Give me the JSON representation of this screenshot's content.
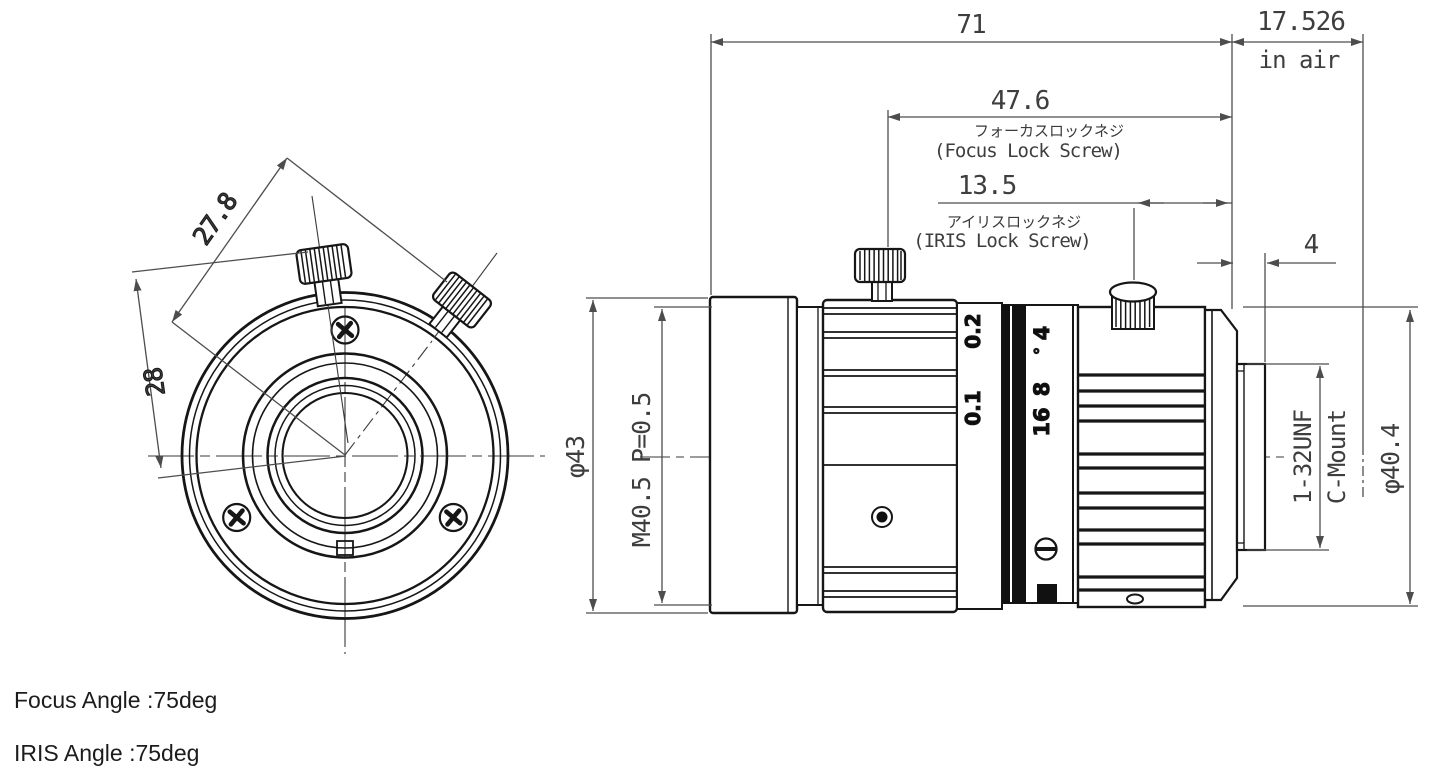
{
  "drawing": {
    "top_dims": {
      "overall_length": "71",
      "flange_focal": "17.526",
      "flange_focal_note": "in air",
      "focus_lock_offset": "47.6",
      "iris_lock_offset": "13.5",
      "cmount_thread_length": "4"
    },
    "left_dims": {
      "front_outer_diameter": "φ43",
      "front_filter_thread": "M40.5 P=0.5"
    },
    "right_dims": {
      "mount_thread": "1-32UNF",
      "mount_type": "C-Mount",
      "rear_diameter": "φ40.4"
    },
    "front_view_dims": {
      "screw_spacing": "27.8",
      "screw_offset": "28"
    },
    "labels": {
      "focus_lock_jp": "フォーカスロックネジ",
      "focus_lock_en": "(Focus Lock Screw)",
      "iris_lock_jp": "アイリスロックネジ",
      "iris_lock_en": "(IRIS Lock Screw)"
    },
    "barrel_markings": {
      "distance_02": "0.2",
      "distance_01": "0.1",
      "f4": "4",
      "dot": "°",
      "f8": "8",
      "f16": "16"
    },
    "notes": {
      "focus_angle": "Focus Angle :75deg",
      "iris_angle": "IRIS Angle :75deg"
    }
  }
}
